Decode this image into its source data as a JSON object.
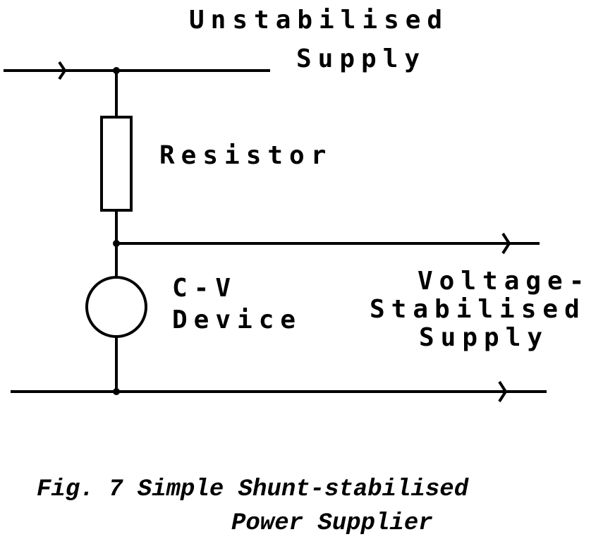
{
  "labels": {
    "unstabilised_line1": "Unstabilised",
    "unstabilised_line2": "Supply",
    "resistor": "Resistor",
    "device_line1": "C-V",
    "device_line2": "Device",
    "output_line1": "Voltage-",
    "output_line2": "Stabilised",
    "output_line3": "Supply"
  },
  "caption": {
    "line1": "Fig. 7  Simple Shunt-stabilised",
    "line2": "Power Supplier"
  }
}
